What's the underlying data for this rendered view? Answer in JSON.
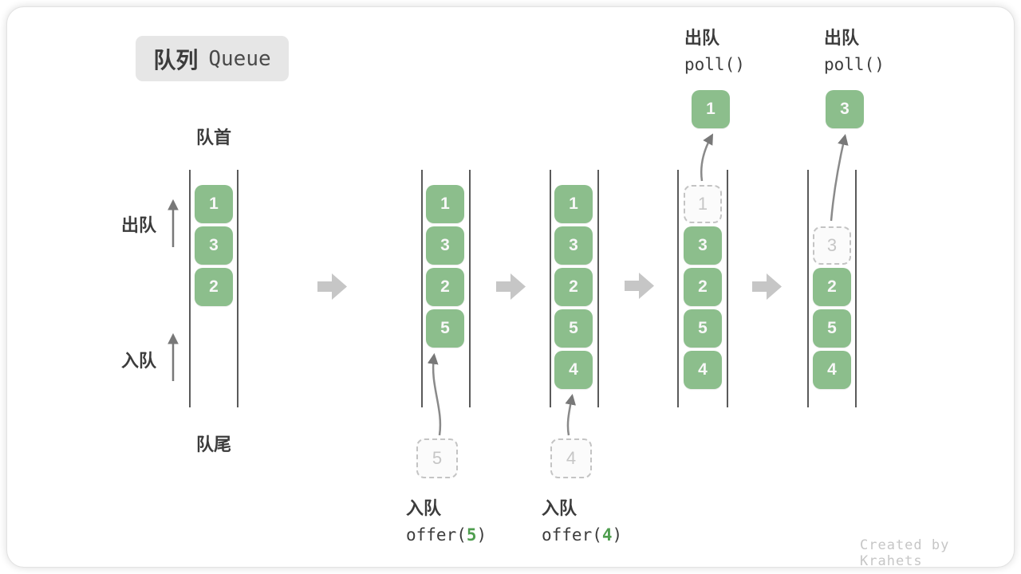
{
  "title": {
    "zh": "队列",
    "en": "Queue"
  },
  "labels": {
    "front": "队首",
    "rear": "队尾",
    "dequeue": "出队",
    "enqueue": "入队"
  },
  "queues": [
    {
      "boxes": [
        "1",
        "3",
        "2"
      ]
    },
    {
      "boxes": [
        "1",
        "3",
        "2",
        "5"
      ],
      "incoming": "5"
    },
    {
      "boxes": [
        "1",
        "3",
        "2",
        "5",
        "4"
      ],
      "incoming": "4"
    },
    {
      "removed": "1",
      "boxes": [
        "3",
        "2",
        "5",
        "4"
      ],
      "out": "1"
    },
    {
      "removed": "3",
      "boxes": [
        "2",
        "5",
        "4"
      ],
      "out": "3"
    }
  ],
  "operations": {
    "dequeue_calls": [
      {
        "label": "出队",
        "call": "poll()"
      },
      {
        "label": "出队",
        "call": "poll()"
      }
    ],
    "enqueue_calls": [
      {
        "label": "入队",
        "prefix": "offer(",
        "arg": "5",
        "suffix": ")"
      },
      {
        "label": "入队",
        "prefix": "offer(",
        "arg": "4",
        "suffix": ")"
      }
    ]
  },
  "colors": {
    "box_green": "#8cbe8c",
    "arg_green": "#4f9e4f",
    "flow_arrow_gray": "#c6c6c6",
    "dashed_gray": "#c4c4c4",
    "wall_gray": "#5a5a5a",
    "text_dark": "#3c3c3c"
  },
  "watermark": "Created by Krahets"
}
